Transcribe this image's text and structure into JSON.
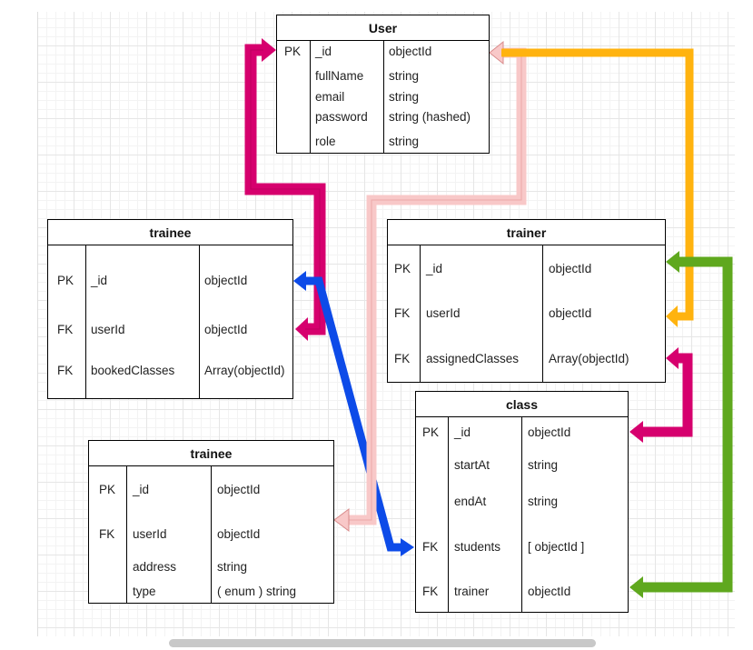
{
  "colors": {
    "magenta": "#d6006e",
    "pink": "#f8c8c8",
    "orange": "#ffb30f",
    "green": "#5fa81e",
    "blue": "#0d4be8"
  },
  "tables": {
    "user": {
      "title": "User",
      "rows": [
        {
          "k": "PK",
          "name": "_id",
          "type": "objectId"
        },
        {
          "k": "",
          "name": "fullName",
          "type": "string"
        },
        {
          "k": "",
          "name": "email",
          "type": "string"
        },
        {
          "k": "",
          "name": "password",
          "type": "string (hashed)"
        },
        {
          "k": "",
          "name": "role",
          "type": "string"
        }
      ]
    },
    "trainee": {
      "title": "trainee",
      "rows": [
        {
          "k": "PK",
          "name": "_id",
          "type": "objectId"
        },
        {
          "k": "FK",
          "name": "userId",
          "type": "objectId"
        },
        {
          "k": "FK",
          "name": "bookedClasses",
          "type": "Array(objectId)"
        }
      ]
    },
    "trainer": {
      "title": "trainer",
      "rows": [
        {
          "k": "PK",
          "name": "_id",
          "type": "objectId"
        },
        {
          "k": "FK",
          "name": "userId",
          "type": "objectId"
        },
        {
          "k": "FK",
          "name": "assignedClasses",
          "type": "Array(objectId)"
        }
      ]
    },
    "trainee2": {
      "title": "trainee",
      "rows": [
        {
          "k": "PK",
          "name": "_id",
          "type": "objectId"
        },
        {
          "k": "FK",
          "name": "userId",
          "type": "objectId"
        },
        {
          "k": "",
          "name": "address",
          "type": "string"
        },
        {
          "k": "",
          "name": "type",
          "type": "( enum ) string"
        }
      ]
    },
    "class": {
      "title": "class",
      "rows": [
        {
          "k": "PK",
          "name": "_id",
          "type": "objectId"
        },
        {
          "k": "",
          "name": "startAt",
          "type": "string"
        },
        {
          "k": "",
          "name": "endAt",
          "type": "string"
        },
        {
          "k": "FK",
          "name": "students",
          "type": "[ objectId ]"
        },
        {
          "k": "FK",
          "name": "trainer",
          "type": "objectId"
        }
      ]
    }
  }
}
